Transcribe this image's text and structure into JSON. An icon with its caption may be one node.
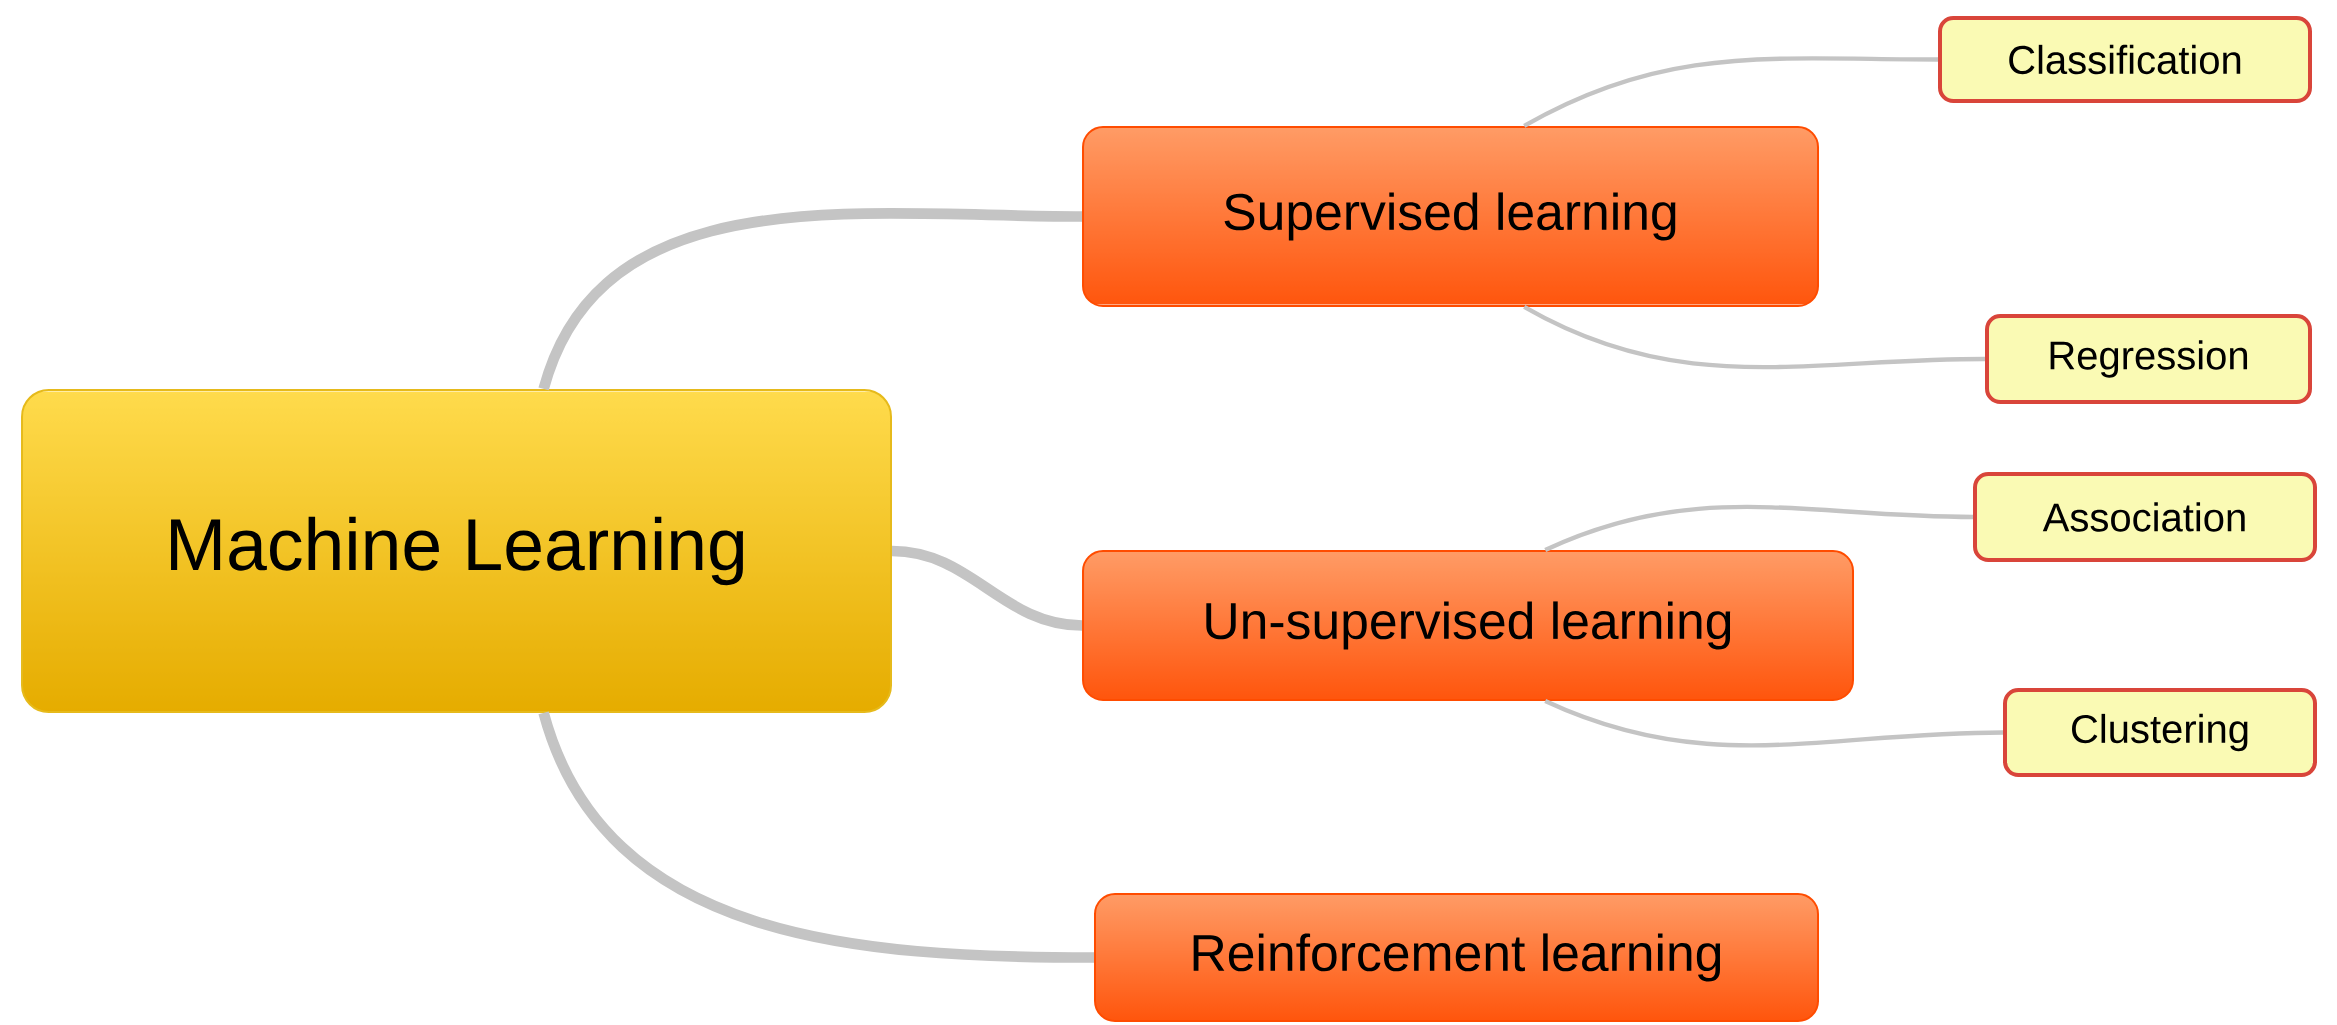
{
  "diagram": {
    "nodes": [
      {
        "text": [
          "Machine Learning"
        ]
      },
      {
        "text": [
          "Supervised learning"
        ]
      },
      {
        "text": [
          "Un-supervised learning"
        ]
      },
      {
        "text": [
          "Reinforcement learning"
        ]
      },
      {
        "text": [
          "Classification"
        ]
      },
      {
        "text": [
          "Regression"
        ]
      },
      {
        "text": [
          "Association"
        ]
      },
      {
        "text": [
          "Clustering"
        ]
      }
    ],
    "edges": [
      {
        "from": 0,
        "to": 1,
        "arrow": "none",
        "style": "thick"
      },
      {
        "from": 0,
        "to": 2,
        "arrow": "none",
        "style": "thick"
      },
      {
        "from": 0,
        "to": 3,
        "arrow": "none",
        "style": "thick"
      },
      {
        "from": 1,
        "to": 4,
        "arrow": "none"
      },
      {
        "from": 1,
        "to": 5,
        "arrow": "none"
      },
      {
        "from": 2,
        "to": 6,
        "arrow": "none"
      },
      {
        "from": 2,
        "to": 7,
        "arrow": "none"
      }
    ]
  }
}
